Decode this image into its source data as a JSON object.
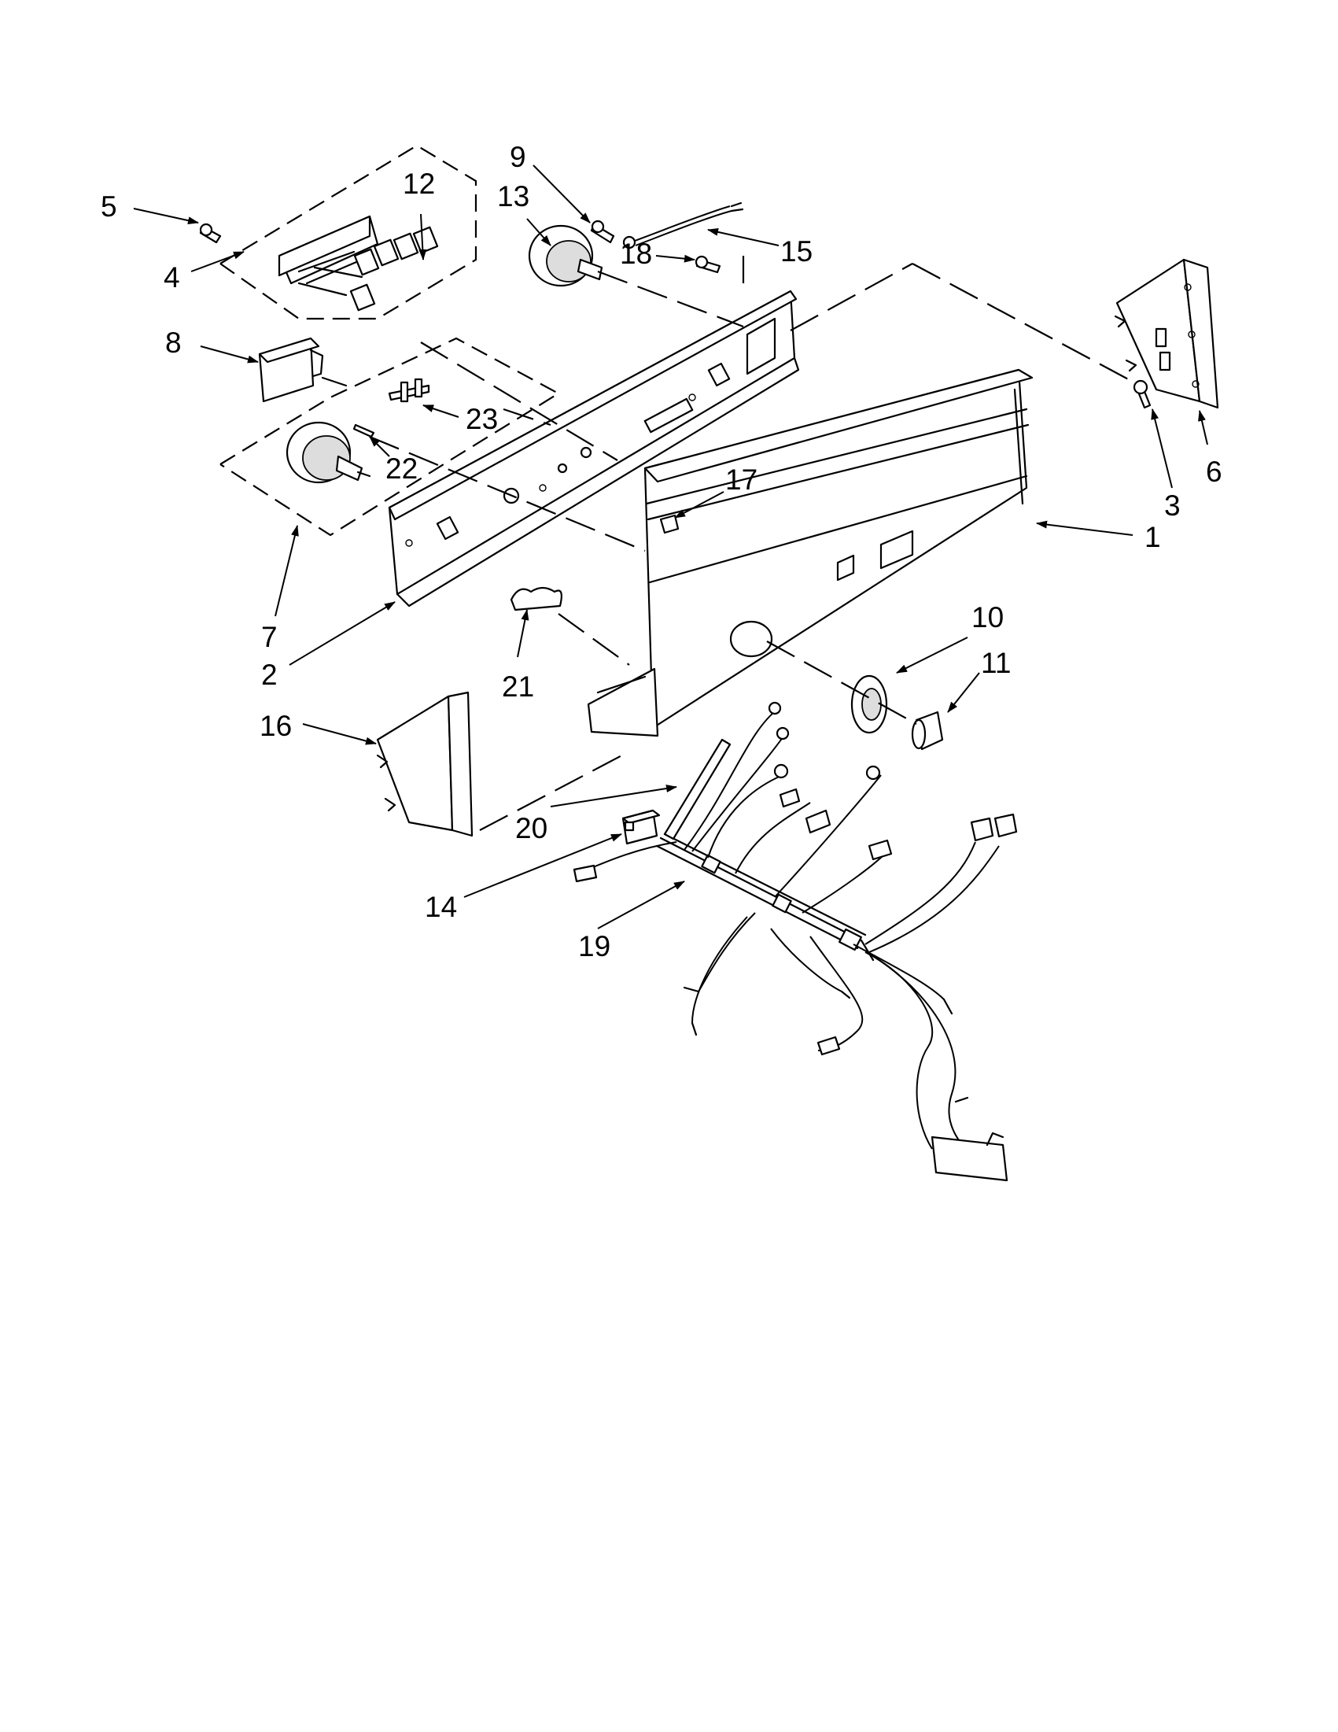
{
  "colors": {
    "ink": "#000000",
    "paper": "#ffffff"
  },
  "callouts": [
    {
      "id": "1",
      "label": "1"
    },
    {
      "id": "2",
      "label": "2"
    },
    {
      "id": "3",
      "label": "3"
    },
    {
      "id": "4",
      "label": "4"
    },
    {
      "id": "5",
      "label": "5"
    },
    {
      "id": "6",
      "label": "6"
    },
    {
      "id": "7",
      "label": "7"
    },
    {
      "id": "8",
      "label": "8"
    },
    {
      "id": "9",
      "label": "9"
    },
    {
      "id": "10",
      "label": "10"
    },
    {
      "id": "11",
      "label": "11"
    },
    {
      "id": "12",
      "label": "12"
    },
    {
      "id": "13",
      "label": "13"
    },
    {
      "id": "14",
      "label": "14"
    },
    {
      "id": "15",
      "label": "15"
    },
    {
      "id": "16",
      "label": "16"
    },
    {
      "id": "17",
      "label": "17"
    },
    {
      "id": "18",
      "label": "18"
    },
    {
      "id": "19",
      "label": "19"
    },
    {
      "id": "20",
      "label": "20"
    },
    {
      "id": "21",
      "label": "21"
    },
    {
      "id": "22",
      "label": "22"
    },
    {
      "id": "23",
      "label": "23"
    }
  ]
}
